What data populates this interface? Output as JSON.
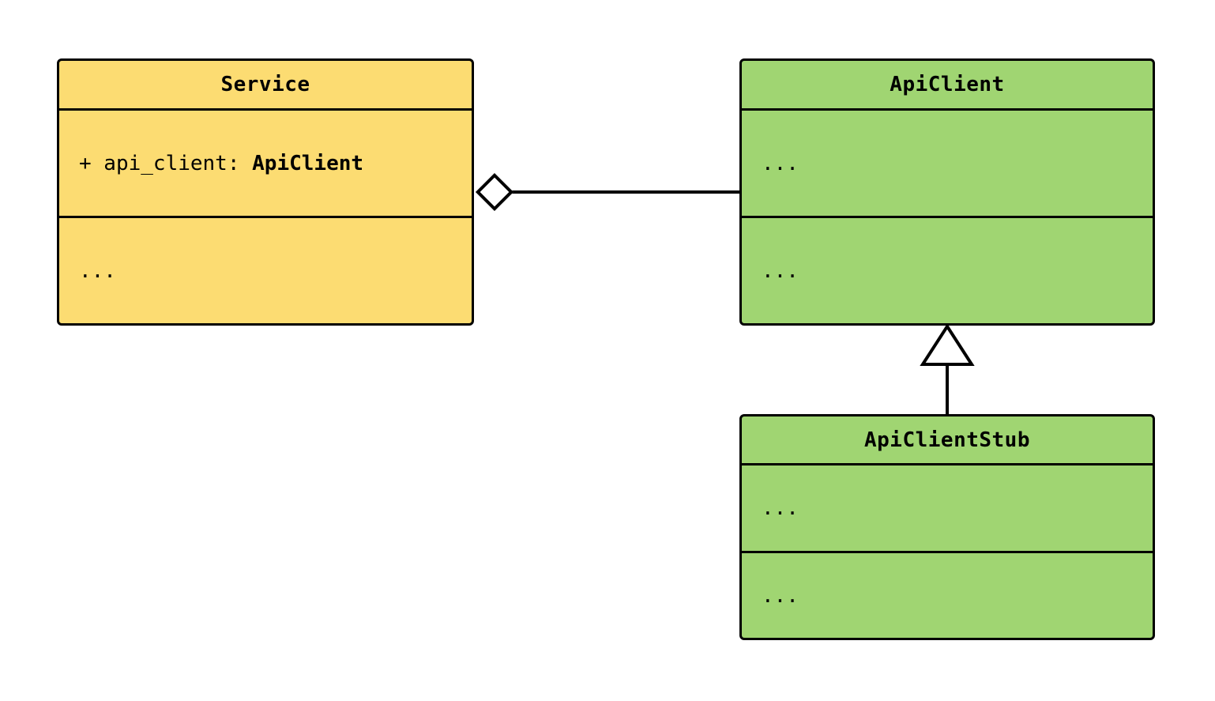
{
  "diagram": {
    "type": "uml-class-diagram",
    "background": "#ffffff",
    "classes": [
      {
        "id": "service",
        "name": "Service",
        "fill": "#fcdc72",
        "compartments": [
          {
            "kind": "attributes",
            "lines": [
              {
                "visibility": "+",
                "text": "+ api_client: ",
                "type": "ApiClient"
              }
            ]
          },
          {
            "kind": "operations",
            "lines": [
              {
                "text": "..."
              }
            ]
          }
        ]
      },
      {
        "id": "api-client",
        "name": "ApiClient",
        "fill": "#a0d572",
        "compartments": [
          {
            "kind": "attributes",
            "lines": [
              {
                "text": "..."
              }
            ]
          },
          {
            "kind": "operations",
            "lines": [
              {
                "text": "..."
              }
            ]
          }
        ]
      },
      {
        "id": "api-client-stub",
        "name": "ApiClientStub",
        "fill": "#a0d572",
        "compartments": [
          {
            "kind": "attributes",
            "lines": [
              {
                "text": "..."
              }
            ]
          },
          {
            "kind": "operations",
            "lines": [
              {
                "text": "..."
              }
            ]
          }
        ]
      }
    ],
    "relationships": [
      {
        "id": "service-aggregates-api-client",
        "kind": "aggregation",
        "marker": "hollow-diamond",
        "source": "Service",
        "target": "ApiClient",
        "label": ""
      },
      {
        "id": "api-client-stub-inherits-api-client",
        "kind": "generalization",
        "marker": "hollow-triangle",
        "source": "ApiClientStub",
        "target": "ApiClient",
        "label": ""
      }
    ]
  }
}
